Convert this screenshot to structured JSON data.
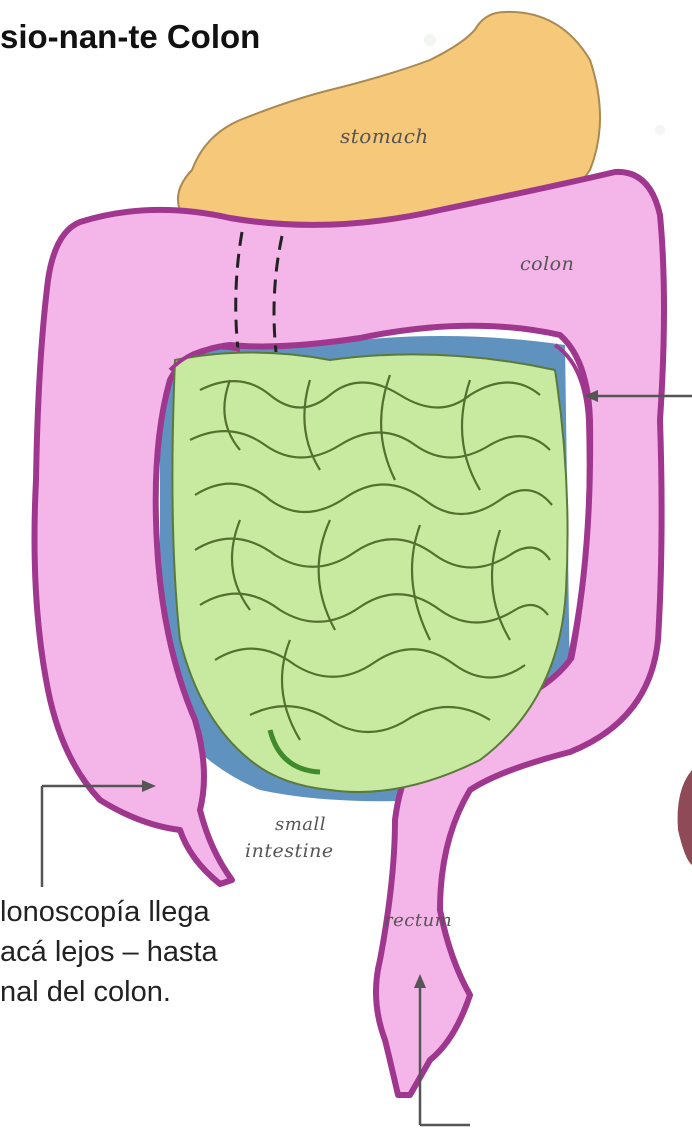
{
  "title": "sio-nan-te  Colon",
  "labels": {
    "stomach": "stomach",
    "colon": "colon",
    "small_intestine_line1": "small",
    "small_intestine_line2": "intestine",
    "rectum": "rectum"
  },
  "caption": {
    "line1": "lonoscopía llega",
    "line2": "acá lejos – hasta",
    "line3": "nal del colon."
  },
  "colors": {
    "stomach": "#f6c87a",
    "colon": "#f4b6e8",
    "colon_outline": "#a0378f",
    "small_intestine": "#c8eaa0",
    "background_tissue": "#4f86b8"
  }
}
